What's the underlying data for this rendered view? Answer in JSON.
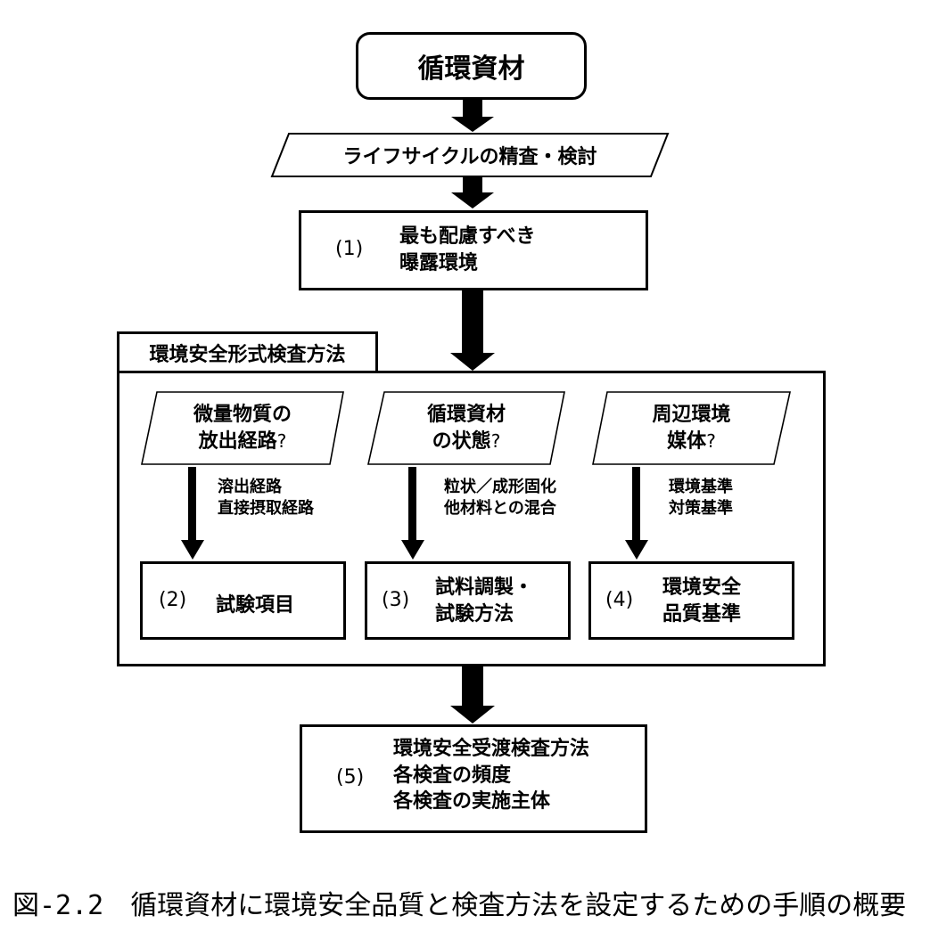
{
  "start": {
    "label": "循環資材"
  },
  "lifecycle": {
    "label": "ライフサイクルの精査・検討"
  },
  "step1": {
    "num": "(1)",
    "line1": "最も配慮すべき",
    "line2": "曝露環境"
  },
  "method_group": {
    "title": "環境安全形式検査方法"
  },
  "q1": {
    "line1": "微量物質の",
    "line2": "放出経路",
    "mark": "?"
  },
  "q2": {
    "line1": "循環資材",
    "line2": "の状態",
    "mark": "?"
  },
  "q3": {
    "line1": "周辺環境",
    "line2": "媒体",
    "mark": "?"
  },
  "note1": {
    "line1": "溶出経路",
    "line2": "直接摂取経路"
  },
  "note2": {
    "line1": "粒状／成形固化",
    "line2": "他材料との混合"
  },
  "note3": {
    "line1": "環境基準",
    "line2": "対策基準"
  },
  "step2": {
    "num": "(2)",
    "line1": "試験項目"
  },
  "step3": {
    "num": "(3)",
    "line1": "試料調製・",
    "line2": "試験方法"
  },
  "step4": {
    "num": "(4)",
    "line1": "環境安全",
    "line2": "品質基準"
  },
  "step5": {
    "num": "(5)",
    "line1": "環境安全受渡検査方法",
    "line2": "各検査の頻度",
    "line3": "各検査の実施主体"
  },
  "caption": "図-2.2　循環資材に環境安全品質と検査方法を設定するための手順の概要"
}
